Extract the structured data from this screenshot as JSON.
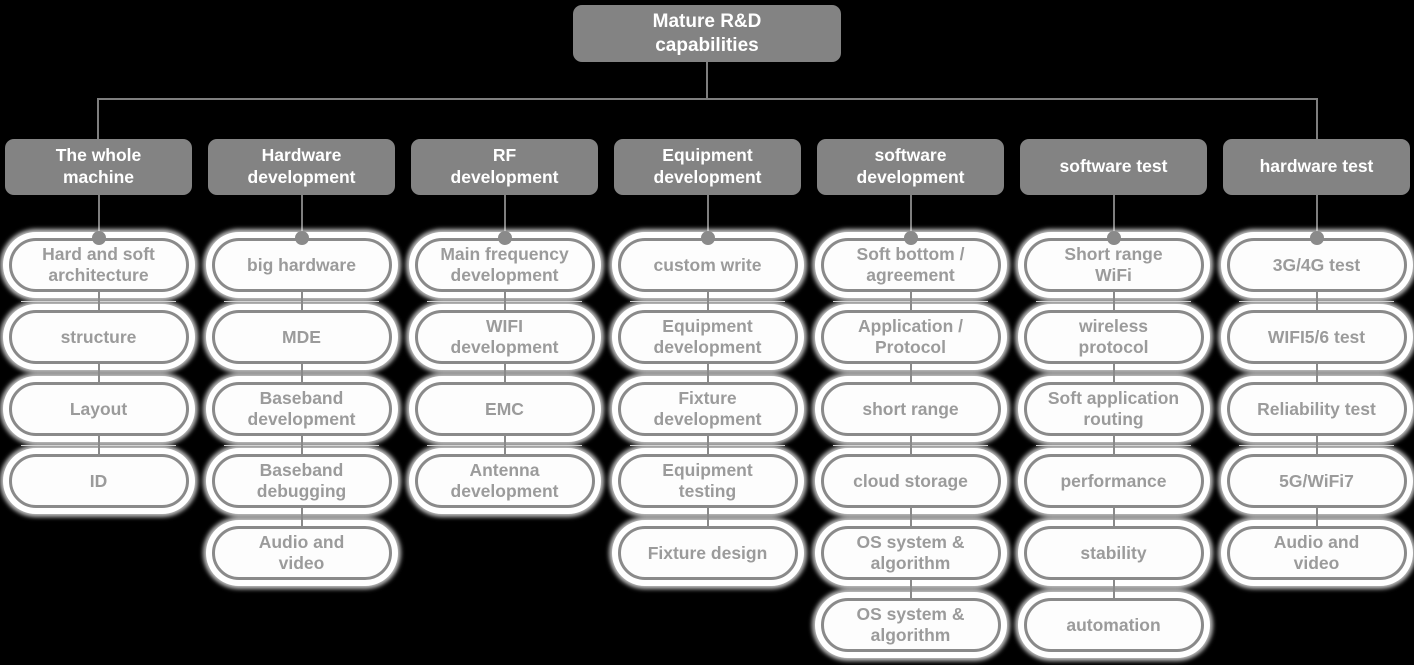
{
  "root": {
    "label": "Mature R&D\ncapabilities"
  },
  "colors": {
    "background": "#000000",
    "branch_node_fill": "#838383",
    "branch_node_text": "#ffffff",
    "leaf_node_fill": "#fdfdfd",
    "leaf_node_border": "#8a8a8a",
    "leaf_node_text": "#9b9b9b",
    "connector": "#7e7e7e",
    "leaf_glow": "#ffffff"
  },
  "columns": [
    {
      "label": "The whole\nmachine",
      "children": [
        "Hard and soft\narchitecture",
        "structure",
        "Layout",
        "ID"
      ]
    },
    {
      "label": "Hardware\ndevelopment",
      "children": [
        "big hardware",
        "MDE",
        "Baseband\ndevelopment",
        "Baseband\ndebugging",
        "Audio and\nvideo"
      ]
    },
    {
      "label": "RF\ndevelopment",
      "children": [
        "Main frequency\ndevelopment",
        "WIFI\ndevelopment",
        "EMC",
        "Antenna\ndevelopment"
      ]
    },
    {
      "label": "Equipment\ndevelopment",
      "children": [
        "custom write",
        "Equipment\ndevelopment",
        "Fixture\ndevelopment",
        "Equipment\ntesting",
        "Fixture design"
      ]
    },
    {
      "label": "software\ndevelopment",
      "children": [
        "Soft bottom /\nagreement",
        "Application /\nProtocol",
        "short range",
        "cloud storage",
        "OS system &\nalgorithm",
        "OS system &\nalgorithm"
      ]
    },
    {
      "label": "software test",
      "children": [
        "Short range\nWiFi",
        "wireless\nprotocol",
        "Soft application\nrouting",
        "performance",
        "stability",
        "automation"
      ]
    },
    {
      "label": "hardware test",
      "children": [
        "3G/4G test",
        "WIFI5/6 test",
        "Reliability test",
        "5G/WiFi7",
        "Audio and\nvideo"
      ]
    }
  ]
}
